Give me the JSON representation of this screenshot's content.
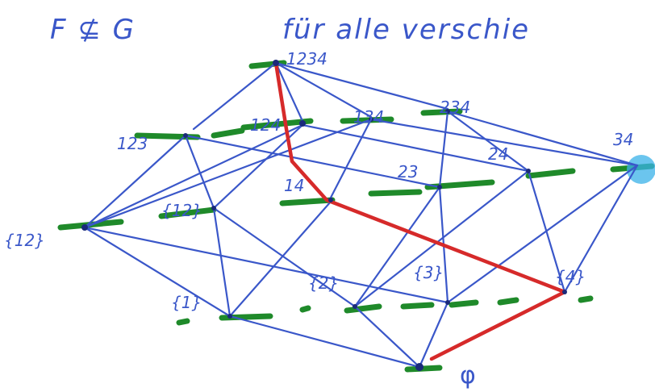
{
  "title": {
    "left": "F ⊈ G",
    "right": "für alle verschie"
  },
  "nodes": [
    {
      "id": "n1234",
      "label": "1234"
    },
    {
      "id": "n123",
      "label": "123"
    },
    {
      "id": "n124",
      "label": "124"
    },
    {
      "id": "n134",
      "label": "134"
    },
    {
      "id": "n234",
      "label": "234"
    },
    {
      "id": "n12",
      "label": "{12}"
    },
    {
      "id": "n14",
      "label": "14"
    },
    {
      "id": "n23",
      "label": "23"
    },
    {
      "id": "n24",
      "label": "24"
    },
    {
      "id": "n34",
      "label": "34"
    },
    {
      "id": "n1",
      "label": "{1}"
    },
    {
      "id": "n2",
      "label": "{2}"
    },
    {
      "id": "n3",
      "label": "{3}"
    },
    {
      "id": "n4",
      "label": "{4}"
    },
    {
      "id": "n112",
      "label": "{12}"
    },
    {
      "id": "nempty",
      "label": "φ"
    }
  ],
  "colors": {
    "edge": "#3a57c9",
    "path": "#d62a2a",
    "mark": "#1f8a2a",
    "highlight": "#3ab2e8"
  }
}
